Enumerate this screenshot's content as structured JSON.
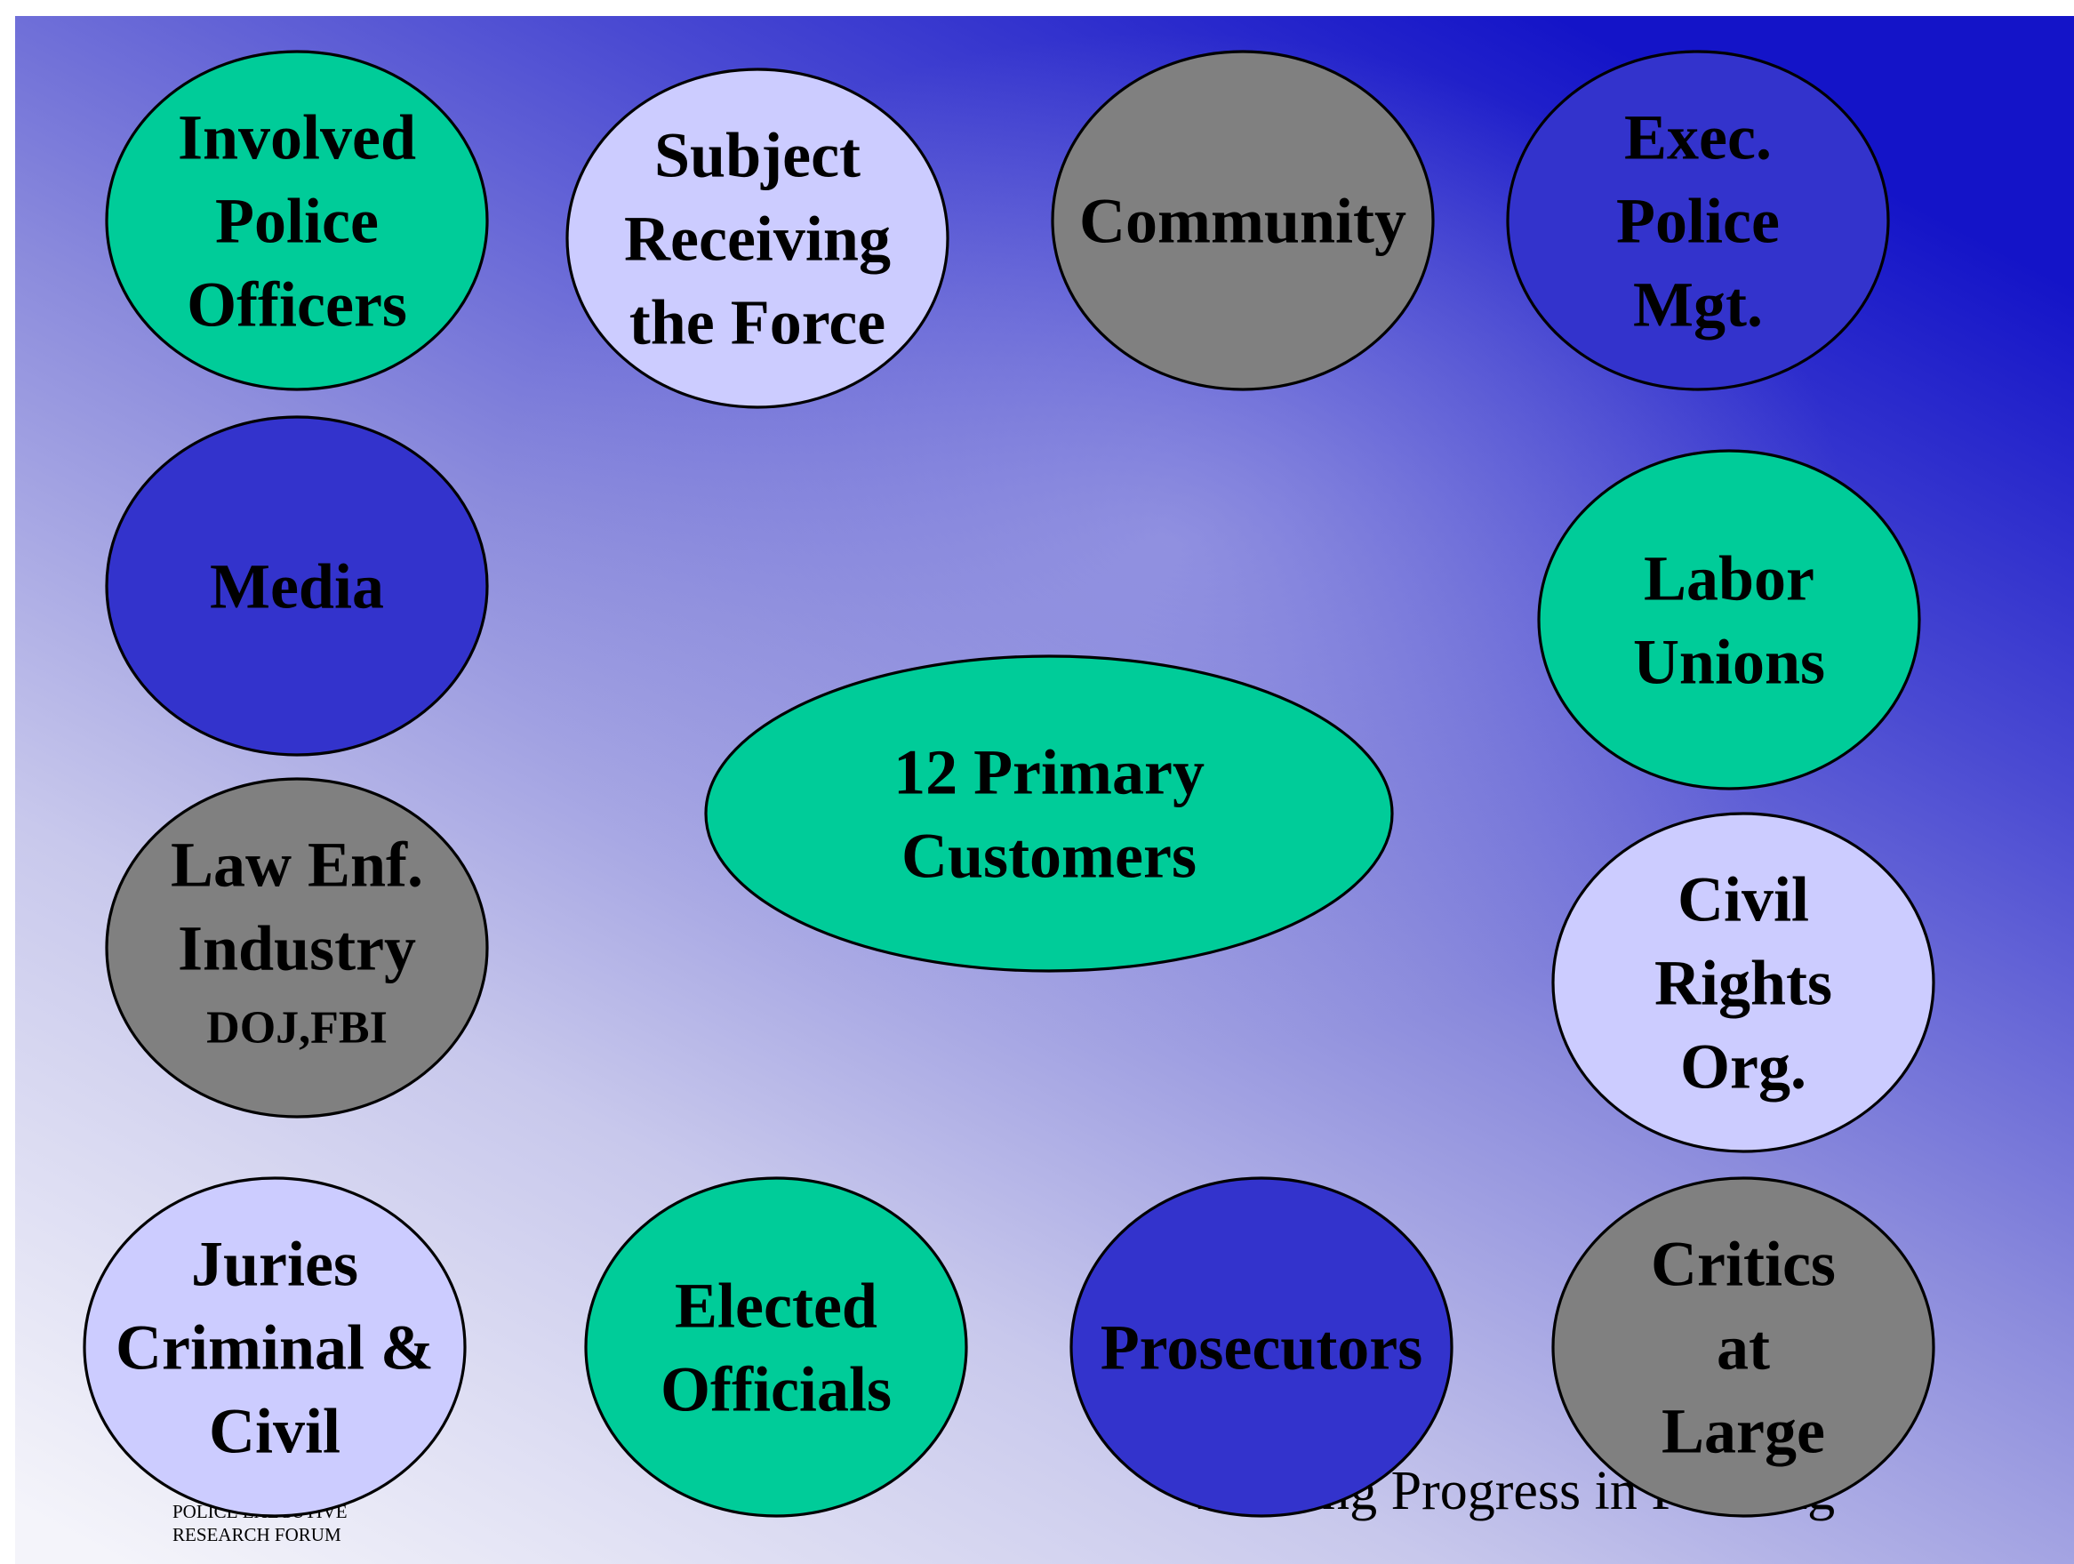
{
  "colors": {
    "teal": "#00CC99",
    "lavender": "#CCCCFF",
    "gray": "#808080",
    "blue": "#3333CC",
    "background_top": "#1414C8",
    "background_bottom_left": "#F4F4FA",
    "outline": "#000000"
  },
  "center": {
    "lines": [
      "12 Primary",
      "Customers"
    ],
    "color": "teal"
  },
  "customers": [
    {
      "id": "involved-police-officers",
      "lines": [
        "Involved",
        "Police",
        "Officers"
      ],
      "color": "teal"
    },
    {
      "id": "subject-receiving-the-force",
      "lines": [
        "Subject",
        "Receiving",
        "the Force"
      ],
      "color": "lavender"
    },
    {
      "id": "community",
      "lines": [
        "Community"
      ],
      "color": "gray"
    },
    {
      "id": "exec-police-mgt",
      "lines": [
        "Exec.",
        "Police",
        "Mgt."
      ],
      "color": "blue"
    },
    {
      "id": "media",
      "lines": [
        "Media"
      ],
      "color": "blue"
    },
    {
      "id": "labor-unions",
      "lines": [
        "Labor",
        "Unions"
      ],
      "color": "teal"
    },
    {
      "id": "law-enf-industry",
      "lines": [
        "Law Enf.",
        "Industry",
        "DOJ,FBI"
      ],
      "color": "gray"
    },
    {
      "id": "civil-rights-org",
      "lines": [
        "Civil",
        "Rights",
        "Org."
      ],
      "color": "lavender"
    },
    {
      "id": "juries-criminal-civil",
      "lines": [
        "Juries",
        "Criminal &",
        "Civil"
      ],
      "color": "lavender"
    },
    {
      "id": "elected-officials",
      "lines": [
        "Elected",
        "Officials"
      ],
      "color": "teal"
    },
    {
      "id": "prosecutors",
      "lines": [
        "Prosecutors"
      ],
      "color": "blue"
    },
    {
      "id": "critics-at-large",
      "lines": [
        "Critics",
        "at",
        "Large"
      ],
      "color": "gray"
    }
  ],
  "footer": {
    "org_line1": "POLICE EXECUTIVE",
    "org_line2": "RESEARCH FORUM",
    "tagline": "Leading Progress in Policing"
  }
}
